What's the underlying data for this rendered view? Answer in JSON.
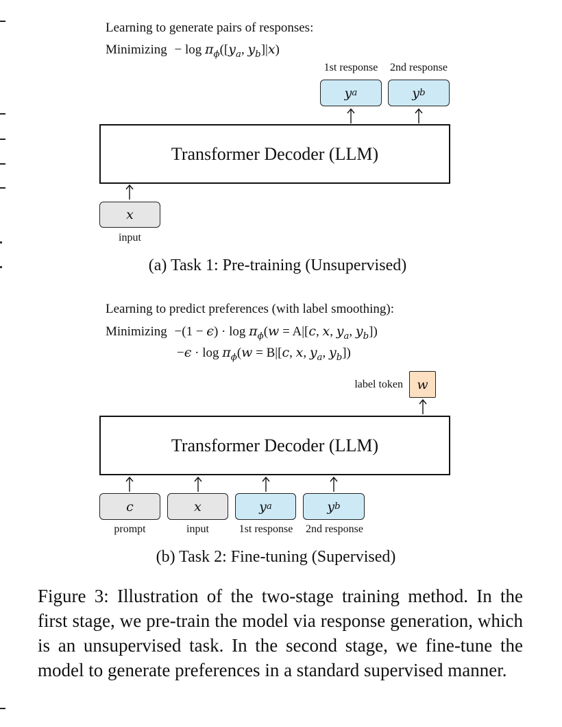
{
  "task1": {
    "objective_title": "Learning to generate pairs of responses:",
    "objective_prefix": "Minimizing",
    "objective_formula": "− log π",
    "objective_formula_sub": "ϕ",
    "objective_formula_rest": "([y",
    "label_first_response": "1st response",
    "label_second_response": "2nd response",
    "token_ya": "y",
    "token_ya_sub": "a",
    "token_yb": "y",
    "token_yb_sub": "b",
    "decoder_label": "Transformer Decoder (LLM)",
    "token_x": "x",
    "label_input": "input",
    "caption": "(a) Task 1: Pre-training (Unsupervised)"
  },
  "task2": {
    "objective_title": "Learning to predict preferences (with label smoothing):",
    "objective_prefix": "Minimizing",
    "label_token": "label token",
    "token_w": "w",
    "decoder_label": "Transformer Decoder (LLM)",
    "token_c": "c",
    "token_x": "x",
    "token_ya": "y",
    "token_ya_sub": "a",
    "token_yb": "y",
    "token_yb_sub": "b",
    "label_prompt": "prompt",
    "label_input": "input",
    "label_first_response": "1st response",
    "label_second_response": "2nd response",
    "caption": "(b) Task 2: Fine-tuning (Supervised)"
  },
  "figure_caption": "Figure 3: Illustration of the two-stage training method. In the first stage, we pre-train the model via response generation, which is an unsupervised task. In the second stage, we fine-tune the model to generate preferences in a standard supervised manner."
}
